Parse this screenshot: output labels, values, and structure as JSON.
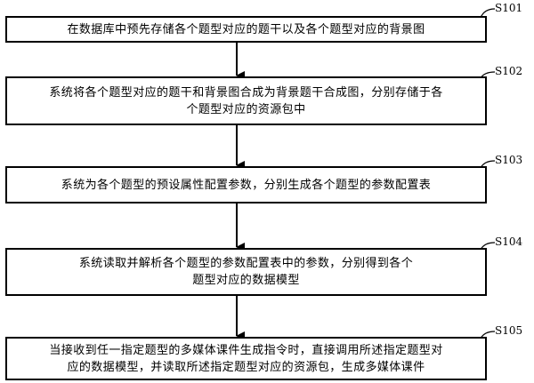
{
  "diagram": {
    "steps": [
      {
        "label": "S101",
        "text": "在数据库中预先存储各个题型对应的题干以及各个题型对应的背景图"
      },
      {
        "label": "S102",
        "text": "系统将各个题型对应的题干和背景图合成为背景题干合成图，分别存储于各\n个题型对应的资源包中"
      },
      {
        "label": "S103",
        "text": "系统为各个题型的预设属性配置参数，分别生成各个题型的参数配置表"
      },
      {
        "label": "S104",
        "text": "系统读取并解析各个题型的参数配置表中的参数，分别得到各个\n题型对应的数据模型"
      },
      {
        "label": "S105",
        "text": "当接收到任一指定题型的多媒体课件生成指令时，直接调用所述指定题型对\n应的数据模型，并读取所述指定题型对应的资源包，生成多媒体课件"
      }
    ],
    "colors": {
      "stroke": "#000000",
      "background": "#ffffff"
    }
  }
}
